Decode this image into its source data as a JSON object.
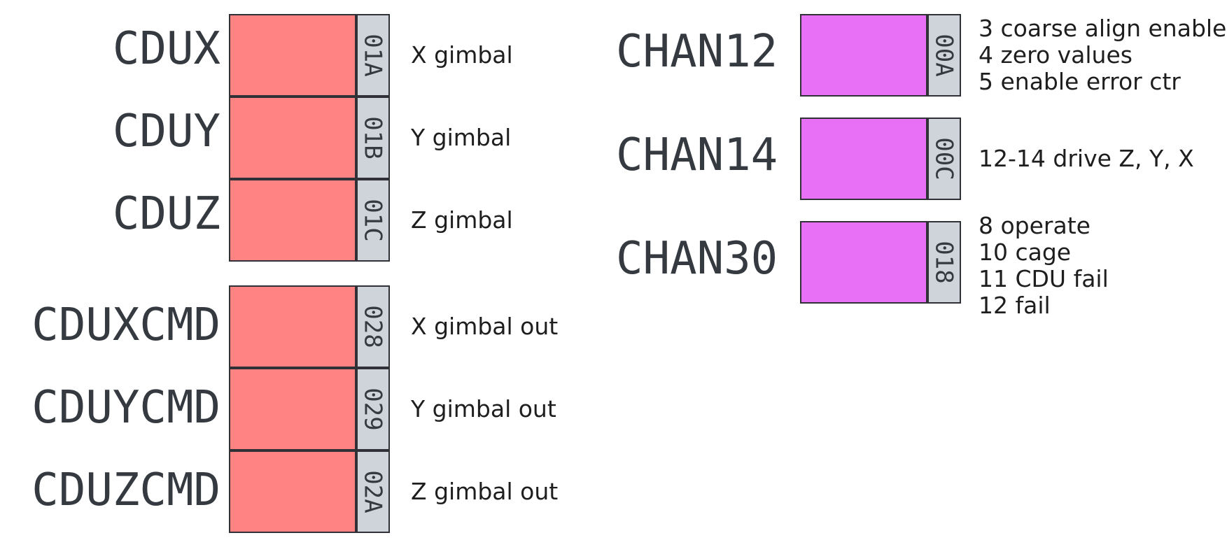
{
  "left_registers": [
    {
      "name": "CDUX",
      "addr": "01A",
      "desc": "X gimbal"
    },
    {
      "name": "CDUY",
      "addr": "01B",
      "desc": "Y gimbal"
    },
    {
      "name": "CDUZ",
      "addr": "01C",
      "desc": "Z gimbal"
    },
    {
      "name": "CDUXCMD",
      "addr": "028",
      "desc": "X gimbal out"
    },
    {
      "name": "CDUYCMD",
      "addr": "029",
      "desc": "Y gimbal out"
    },
    {
      "name": "CDUZCMD",
      "addr": "02A",
      "desc": "Z gimbal out"
    }
  ],
  "right_registers": [
    {
      "name": "CHAN12",
      "addr": "00A",
      "notes": [
        "3 coarse align enable",
        "4 zero values",
        "5 enable error ctr"
      ]
    },
    {
      "name": "CHAN14",
      "addr": "00C",
      "notes": [
        "12-14 drive Z, Y, X"
      ]
    },
    {
      "name": "CHAN30",
      "addr": "018",
      "notes": [
        "8 operate",
        "10 cage",
        "11 CDU fail",
        "12 fail"
      ]
    }
  ],
  "colors": {
    "cdu_box": "#ff8383",
    "chan_box": "#e870f7",
    "addr_tab": "#ced4da",
    "text": "#343a40"
  }
}
